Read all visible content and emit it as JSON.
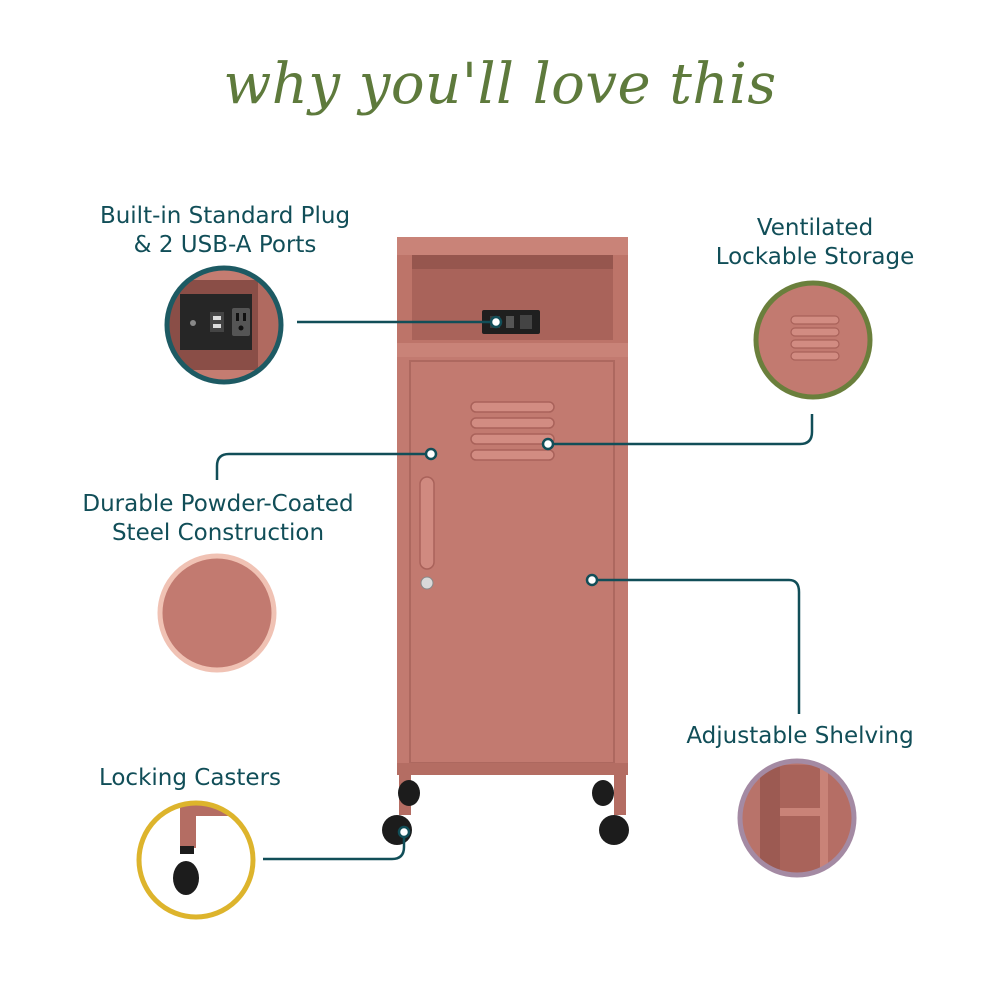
{
  "header": {
    "title": "why you'll love this"
  },
  "features": {
    "plug": {
      "line1": "Built-in Standard Plug",
      "line2": "& 2 USB-A Ports"
    },
    "vent": {
      "line1": "Ventilated",
      "line2": "Lockable Storage"
    },
    "steel": {
      "line1": "Durable Powder-Coated",
      "line2": "Steel Construction"
    },
    "shelving": {
      "line1": "Adjustable Shelving"
    },
    "casters": {
      "line1": "Locking Casters"
    }
  },
  "colors": {
    "cabinet": "#c27a70",
    "cabinet_dark": "#a7645b",
    "callout_line": "#114e58",
    "title": "#5e7a3c",
    "ring_plug": "#1d5a63",
    "ring_vent": "#6a7f3c",
    "ring_steel": "#f0c2b4",
    "ring_shelving": "#a48aa3",
    "ring_casters": "#ddb42c"
  },
  "icons": [
    "power-outlet-icon",
    "usb-port-icon",
    "caster-wheel-icon",
    "vent-louver-icon"
  ]
}
